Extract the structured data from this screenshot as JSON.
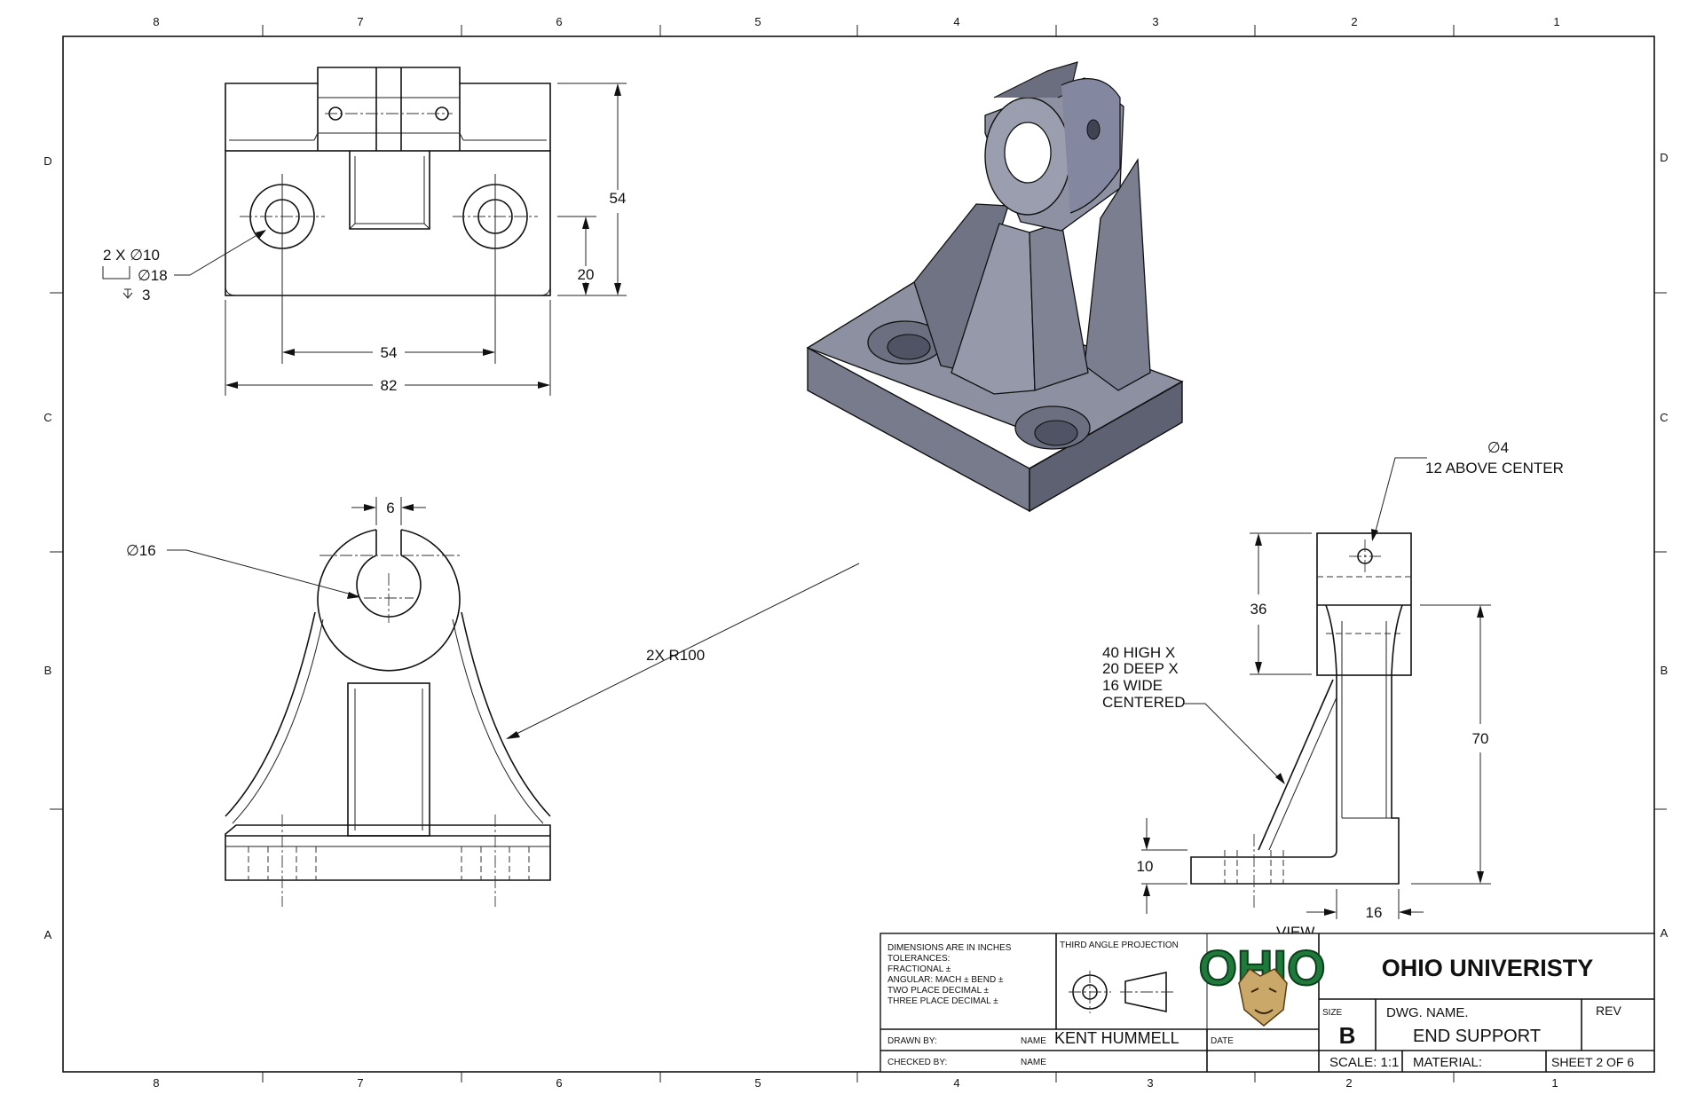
{
  "zones": {
    "top": [
      "8",
      "7",
      "6",
      "5",
      "4",
      "3",
      "2",
      "1"
    ],
    "bottom": [
      "8",
      "7",
      "6",
      "5",
      "4",
      "3",
      "2",
      "1"
    ],
    "left": [
      "D",
      "C",
      "B",
      "A"
    ],
    "right": [
      "D",
      "C",
      "B",
      "A"
    ]
  },
  "top_view": {
    "hole_note_line1": "2 X ∅10",
    "hole_note_line2": "∅18",
    "hole_note_line3": "3",
    "dim_height": "54",
    "dim_lower": "20",
    "dim_hole_spacing": "54",
    "dim_width": "82"
  },
  "front_view": {
    "dim_slot": "6",
    "dim_bore": "∅16",
    "dim_radius": "2X R100"
  },
  "side_view": {
    "note_hole_line1": "∅4",
    "note_hole_line2": "12 ABOVE CENTER",
    "dim_upper": "36",
    "rib_note": [
      "40 HIGH X",
      "20 DEEP X",
      "16 WIDE",
      "CENTERED"
    ],
    "dim_total": "70",
    "dim_base": "10",
    "dim_rib": "16",
    "view_label": "VIEW"
  },
  "title_block": {
    "tolerances": [
      "DIMENSIONS ARE IN INCHES",
      "TOLERANCES:",
      "FRACTIONAL ±",
      "ANGULAR: MACH ±    BEND ±",
      "TWO PLACE DECIMAL   ±",
      "THREE PLACE DECIMAL  ±"
    ],
    "projection_label": "THIRD ANGLE PROJECTION",
    "company": "OHIO UNIVERISTY",
    "logo_text": "OHIO",
    "size_label": "SIZE",
    "size_value": "B",
    "dwg_name_label": "DWG.  NAME.",
    "dwg_name": "END SUPPORT",
    "rev_label": "REV",
    "drawn_by_label": "DRAWN BY:",
    "name_label": "NAME",
    "drawn_name": "KENT HUMMELL",
    "date_label": "DATE",
    "checked_by_label": "CHECKED BY:",
    "checked_name_label": "NAME",
    "scale": "SCALE: 1:1",
    "material": "MATERIAL:",
    "sheet": "SHEET 2 OF 6"
  },
  "colors": {
    "line": "#111111",
    "iso_face": "#8c90a0",
    "iso_dark": "#5d6172",
    "iso_light": "#a9adbd",
    "logo_green": "#1e7a3a"
  }
}
